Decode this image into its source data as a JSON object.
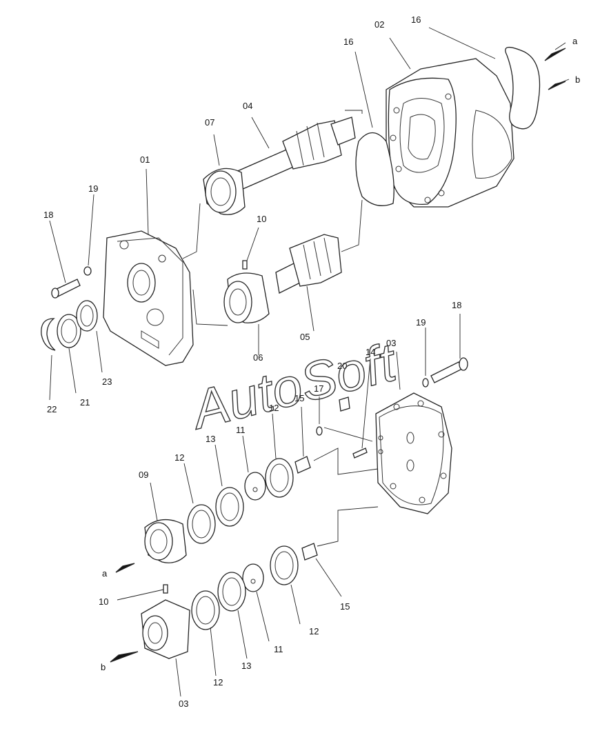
{
  "watermark": "AutoSoft",
  "labels": [
    {
      "id": "l-02",
      "text": "02"
    },
    {
      "id": "l-16a",
      "text": "16"
    },
    {
      "id": "l-16b",
      "text": "16"
    },
    {
      "id": "l-a1",
      "text": "a"
    },
    {
      "id": "l-b1",
      "text": "b"
    },
    {
      "id": "l-04",
      "text": "04"
    },
    {
      "id": "l-07",
      "text": "07"
    },
    {
      "id": "l-01",
      "text": "01"
    },
    {
      "id": "l-19a",
      "text": "19"
    },
    {
      "id": "l-18a",
      "text": "18"
    },
    {
      "id": "l-10a",
      "text": "10"
    },
    {
      "id": "l-05",
      "text": "05"
    },
    {
      "id": "l-06",
      "text": "06"
    },
    {
      "id": "l-03a",
      "text": "03"
    },
    {
      "id": "l-19b",
      "text": "19"
    },
    {
      "id": "l-18b",
      "text": "18"
    },
    {
      "id": "l-20",
      "text": "20"
    },
    {
      "id": "l-14",
      "text": "14"
    },
    {
      "id": "l-17",
      "text": "17"
    },
    {
      "id": "l-15a",
      "text": "15"
    },
    {
      "id": "l-12a",
      "text": "12"
    },
    {
      "id": "l-11a",
      "text": "11"
    },
    {
      "id": "l-13a",
      "text": "13"
    },
    {
      "id": "l-12b",
      "text": "12"
    },
    {
      "id": "l-09",
      "text": "09"
    },
    {
      "id": "l-a2",
      "text": "a"
    },
    {
      "id": "l-22",
      "text": "22"
    },
    {
      "id": "l-21",
      "text": "21"
    },
    {
      "id": "l-23",
      "text": "23"
    },
    {
      "id": "l-10b",
      "text": "10"
    },
    {
      "id": "l-b2",
      "text": "b"
    },
    {
      "id": "l-03b",
      "text": "03"
    },
    {
      "id": "l-12c",
      "text": "12"
    },
    {
      "id": "l-13b",
      "text": "13"
    },
    {
      "id": "l-11b",
      "text": "11"
    },
    {
      "id": "l-12d",
      "text": "12"
    },
    {
      "id": "l-15b",
      "text": "15"
    }
  ]
}
